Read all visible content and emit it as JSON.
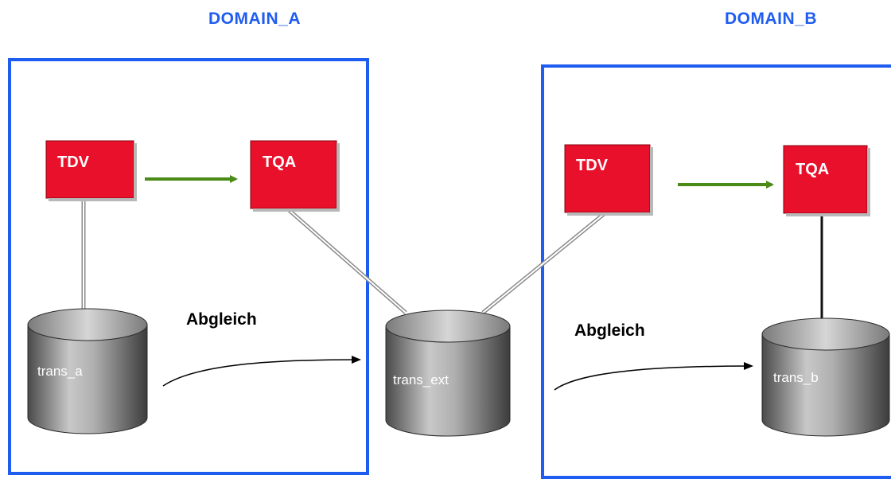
{
  "colors": {
    "domain_border": "#1f5cf0",
    "domain_title": "#1f5cf0",
    "process_box": "#e8102a",
    "flow_arrow": "#4a8a16",
    "link_line": "#9a9a9a",
    "database": "#8c8c8c"
  },
  "domain_a": {
    "title": "DOMAIN_A",
    "tdv_label": "TDV",
    "tqa_label": "TQA",
    "db_label": "trans_a",
    "sync_label": "Abgleich"
  },
  "external": {
    "db_label": "trans_ext"
  },
  "domain_b": {
    "title": "DOMAIN_B",
    "tdv_label": "TDV",
    "tqa_label": "TQA",
    "db_label": "trans_b",
    "sync_label": "Abgleich"
  }
}
